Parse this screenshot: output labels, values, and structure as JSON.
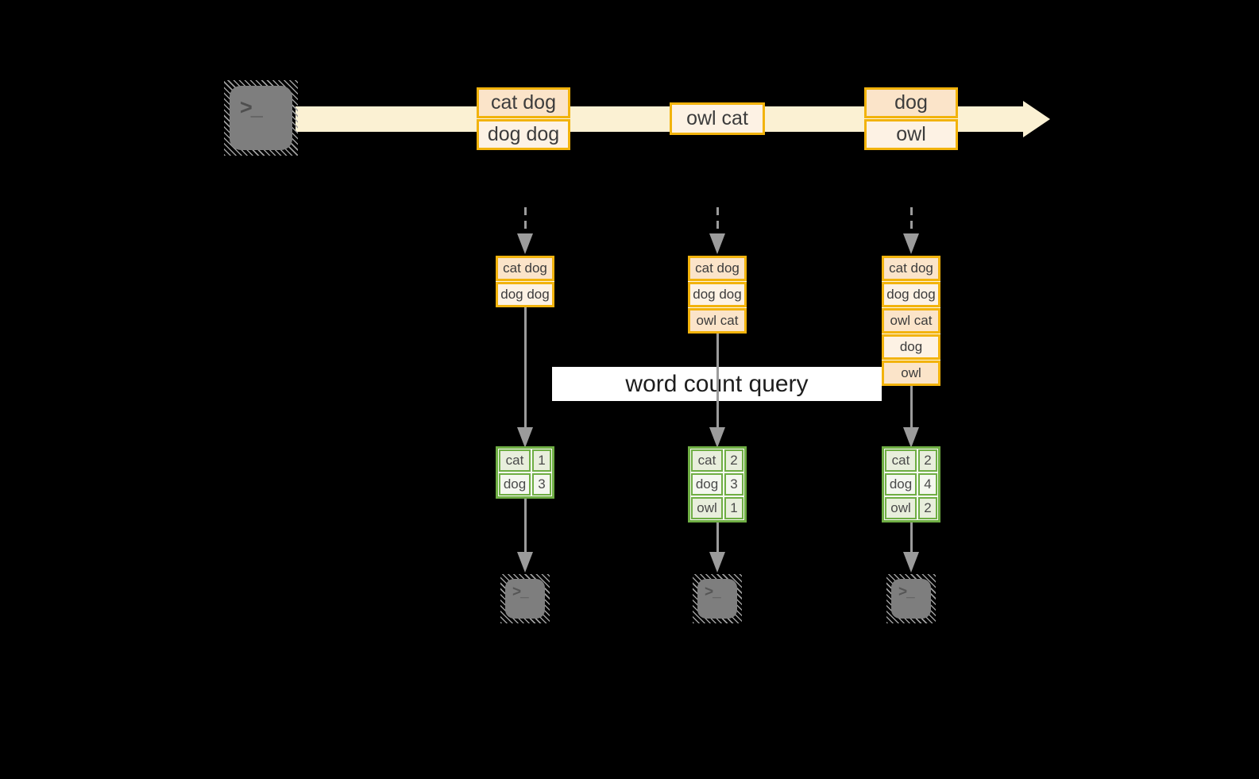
{
  "palette": {
    "background": "#000000",
    "stream_arrow": "#FBF1D3",
    "record_border": "#F2B30C",
    "record_fill_dark": "#FBE4C9",
    "record_fill_light": "#FDF2E4",
    "table_border": "#6FAE44",
    "table_fill_dark": "#E8EEDC",
    "table_fill_light": "#F4F7EF",
    "connector_gray": "#9B9B9B",
    "terminal_gray": "#7E7E7E",
    "banner_background": "#FFFFFF",
    "banner_text": "#1D1D1D"
  },
  "terminal_glyph": ">_",
  "banner": {
    "label": "word count query"
  },
  "stream_events": [
    {
      "rows": [
        "cat dog",
        "dog dog"
      ]
    },
    {
      "rows": [
        "owl cat"
      ]
    },
    {
      "rows": [
        "dog",
        "owl"
      ]
    }
  ],
  "columns": [
    {
      "state": [
        "cat dog",
        "dog dog"
      ],
      "counts": [
        {
          "word": "cat",
          "value": "1"
        },
        {
          "word": "dog",
          "value": "3"
        }
      ]
    },
    {
      "state": [
        "cat dog",
        "dog dog",
        "owl cat"
      ],
      "counts": [
        {
          "word": "cat",
          "value": "2"
        },
        {
          "word": "dog",
          "value": "3"
        },
        {
          "word": "owl",
          "value": "1"
        }
      ]
    },
    {
      "state": [
        "cat dog",
        "dog dog",
        "owl cat",
        "dog",
        "owl"
      ],
      "counts": [
        {
          "word": "cat",
          "value": "2"
        },
        {
          "word": "dog",
          "value": "4"
        },
        {
          "word": "owl",
          "value": "2"
        }
      ]
    }
  ]
}
